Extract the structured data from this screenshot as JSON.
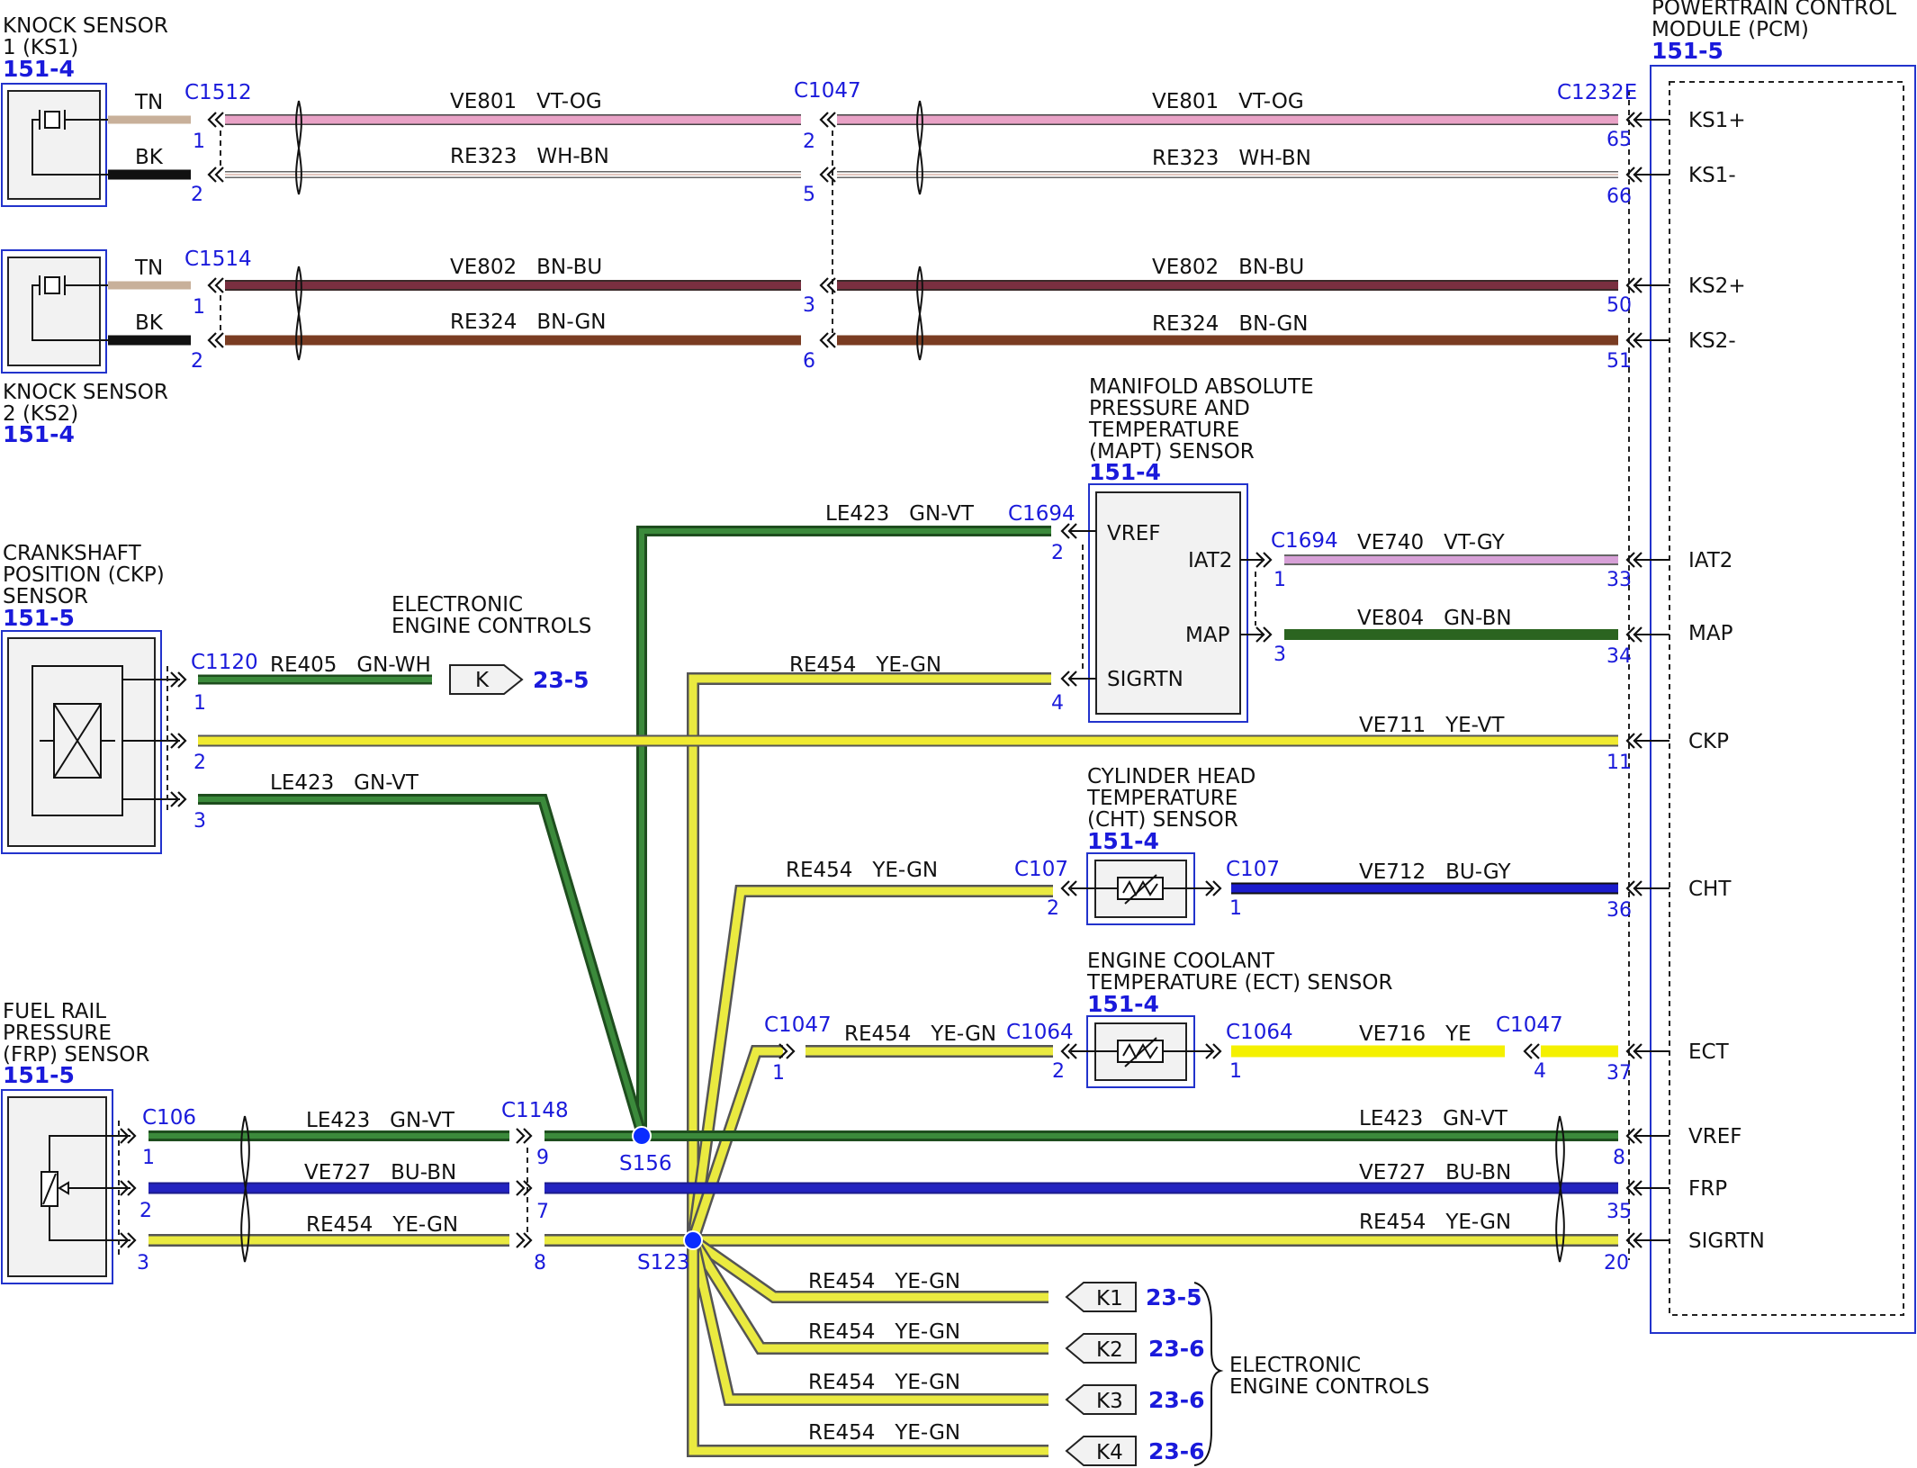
{
  "components": {
    "ks1": {
      "title": [
        "KNOCK SENSOR",
        "1 (KS1)"
      ],
      "ref": "151-4"
    },
    "ks2": {
      "title": [
        "KNOCK SENSOR",
        "2 (KS2)"
      ],
      "ref": "151-4"
    },
    "ckp": {
      "title": [
        "CRANKSHAFT",
        "POSITION (CKP)",
        "SENSOR"
      ],
      "ref": "151-5"
    },
    "frp": {
      "title": [
        "FUEL RAIL",
        "PRESSURE",
        "(FRP) SENSOR"
      ],
      "ref": "151-5"
    },
    "mapt": {
      "title": [
        "MANIFOLD ABSOLUTE",
        "PRESSURE AND",
        "TEMPERATURE",
        "(MAPT) SENSOR"
      ],
      "ref": "151-4",
      "pins": {
        "vref": "VREF",
        "iat2": "IAT2",
        "map": "MAP",
        "sigrtn": "SIGRTN"
      }
    },
    "cht": {
      "title": [
        "CYLINDER HEAD",
        "TEMPERATURE",
        "(CHT) SENSOR"
      ],
      "ref": "151-4"
    },
    "ect": {
      "title": [
        "ENGINE COOLANT",
        "TEMPERATURE (ECT) SENSOR"
      ],
      "ref": "151-4"
    },
    "pcm": {
      "title": [
        "POWERTRAIN CONTROL",
        "MODULE (PCM)"
      ],
      "ref": "151-5",
      "pins": [
        "KS1+",
        "KS1-",
        "KS2+",
        "KS2-",
        "IAT2",
        "MAP",
        "CKP",
        "CHT",
        "ECT",
        "VREF",
        "FRP",
        "SIGRTN"
      ]
    },
    "eec": {
      "title": [
        "ELECTRONIC",
        "ENGINE CONTROLS"
      ]
    },
    "eec2": {
      "title": [
        "ELECTRONIC",
        "ENGINE CONTROLS"
      ]
    }
  },
  "ks_wire_colors": {
    "tn": "TN",
    "bk": "BK"
  },
  "connectors": {
    "c1512": "C1512",
    "c1514": "C1514",
    "c1047a": "C1047",
    "c1232e": "C1232E",
    "c1694a": "C1694",
    "c1694b": "C1694",
    "c1120": "C1120",
    "c107a": "C107",
    "c107b": "C107",
    "c1047b": "C1047",
    "c1064a": "C1064",
    "c1064b": "C1064",
    "c1047c": "C1047",
    "c106": "C106",
    "c1148": "C1148"
  },
  "splices": {
    "s156": "S156",
    "s123": "S123"
  },
  "wires": {
    "ve801": "VE801   VT-OG",
    "re323": "RE323   WH-BN",
    "ve802": "VE802   BN-BU",
    "re324": "RE324   BN-GN",
    "le423": "LE423   GN-VT",
    "re454": "RE454   YE-GN",
    "re405": "RE405   GN-WH",
    "ve740": "VE740   VT-GY",
    "ve804": "VE804   GN-BN",
    "ve711": "VE711   YE-VT",
    "ve712": "VE712   BU-GY",
    "ve716": "VE716   YE",
    "ve727": "VE727   BU-BN"
  },
  "pins": {
    "p1": "1",
    "p2": "2",
    "p3": "3",
    "p4": "4",
    "p5": "5",
    "p6": "6",
    "p7": "7",
    "p8": "8",
    "p9": "9",
    "p11": "11",
    "p20": "20",
    "p33": "33",
    "p34": "34",
    "p35": "35",
    "p36": "36",
    "p37": "37",
    "p50": "50",
    "p51": "51",
    "p65": "65",
    "p66": "66"
  },
  "refs": {
    "k": {
      "label": "K",
      "page": "23-5"
    },
    "k1": {
      "label": "K1",
      "page": "23-5"
    },
    "k2": {
      "label": "K2",
      "page": "23-6"
    },
    "k3": {
      "label": "K3",
      "page": "23-6"
    },
    "k4": {
      "label": "K4",
      "page": "23-6"
    }
  },
  "colors": {
    "vt_og": "#e9a2c6",
    "wh_bn": "#ffffff",
    "bn_bu": "#6b2f2f",
    "bn_gn": "#7a3c22",
    "gn_vt": "#2e6b2e",
    "ye_gn": "#e8e840",
    "gn_wh": "#2e6b2e",
    "vt_gy": "#d7a0d7",
    "gn_bn": "#2b6420",
    "ye_vt": "#f0ea30",
    "bu_gy": "#1c1ccc",
    "ye": "#f4f000",
    "bu_bn": "#2323c0",
    "tn": "#c8b09a",
    "bk": "#111111",
    "splice": "#0a2cff"
  }
}
